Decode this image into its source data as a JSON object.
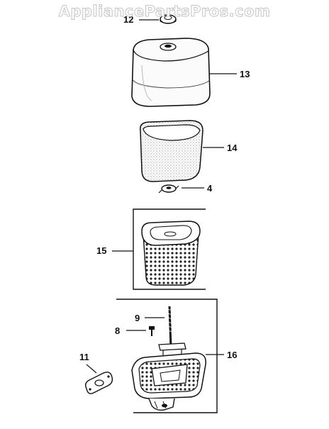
{
  "watermark": "AppliancePartsPros.com",
  "callouts": {
    "c12": "12",
    "c13": "13",
    "c14": "14",
    "c4": "4",
    "c15": "15",
    "c9": "9",
    "c8": "8",
    "c11": "11",
    "c16": "16"
  },
  "colors": {
    "ink": "#111111",
    "watermark_outline": "#c4c4c4"
  }
}
